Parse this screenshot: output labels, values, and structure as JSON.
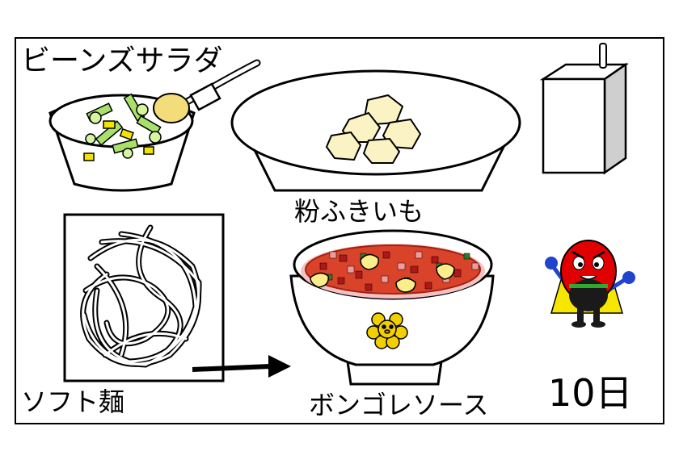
{
  "labels": {
    "salad": "ビーンズサラダ",
    "imo": "粉ふきいも",
    "noodle": "ソフト麺",
    "sauce": "ボンゴレソース",
    "date": "10日"
  },
  "icons": [
    "salad-bowl-icon",
    "fork-icon",
    "potato-plate-icon",
    "milk-carton-icon",
    "noodle-icon",
    "arrow-right-icon",
    "soup-bowl-icon",
    "mascot-icon"
  ],
  "colors": {
    "soup": "#d9432a",
    "broth": "#f4c2c2",
    "potato": "#fbf3c4",
    "veg_green": "#a8e06a",
    "veg_yellow": "#f2e400",
    "mascot_red": "#e00000",
    "cape_yellow": "#f7e600",
    "mascot_blue": "#2244cc"
  }
}
